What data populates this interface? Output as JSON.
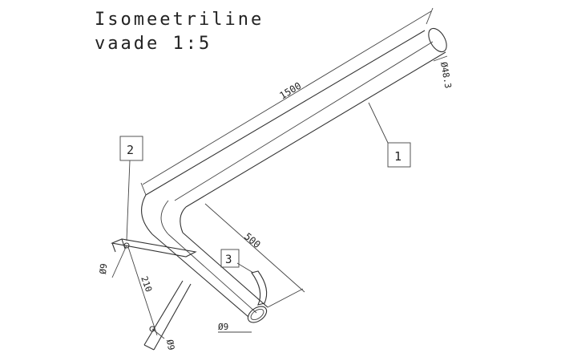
{
  "title": {
    "line1": "Isomeetriline",
    "line2": "vaade 1:5"
  },
  "dimensions": {
    "length_main": "1500",
    "diameter_pipe": "Ø48.3",
    "length_lower": "500",
    "length_bracket": "210",
    "hole_1": "Ø9",
    "hole_2": "Ø9",
    "hole_3": "Ø9"
  },
  "callouts": {
    "part_1": "1",
    "part_2": "2",
    "part_3": "3"
  }
}
